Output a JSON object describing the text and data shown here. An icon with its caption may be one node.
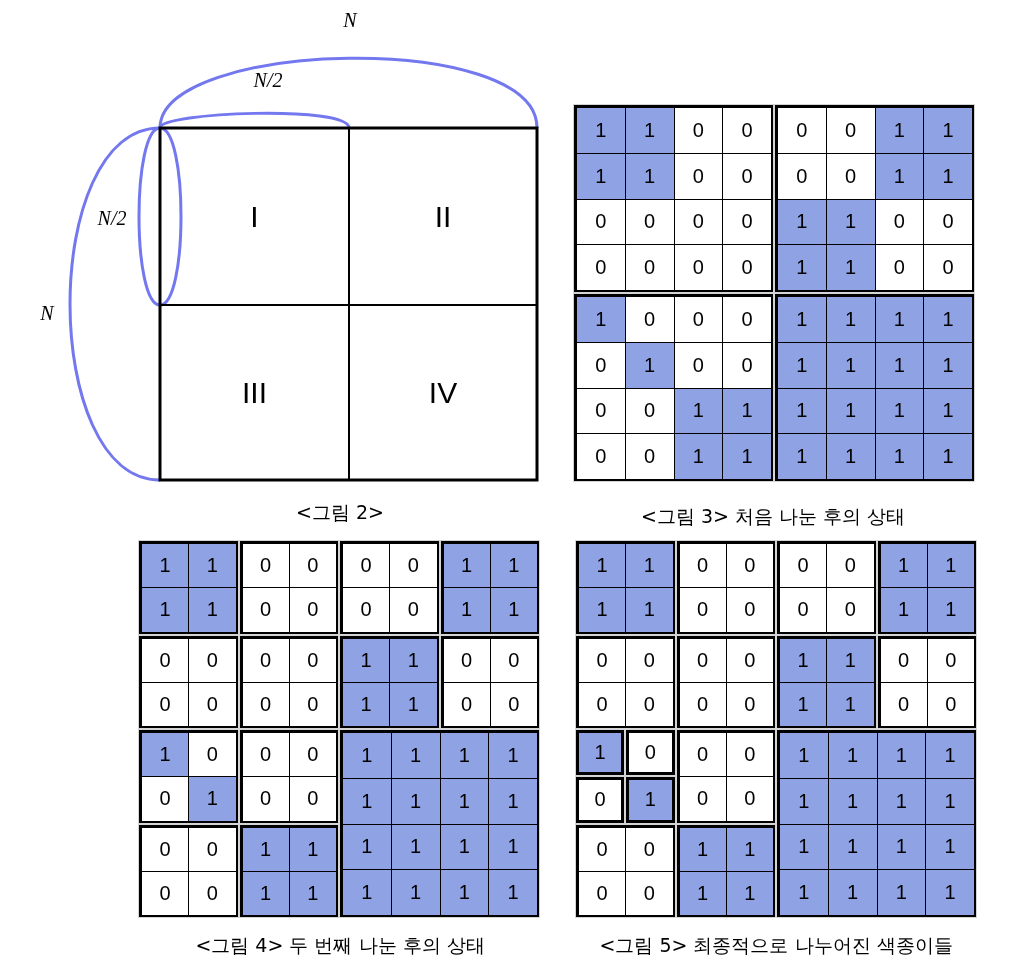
{
  "diagram": {
    "nodes": [
      {
        "text": [
          "I"
        ]
      },
      {
        "text": [
          "II"
        ]
      },
      {
        "text": [
          "III"
        ]
      },
      {
        "text": [
          "IV"
        ]
      }
    ],
    "labels": [
      "N",
      "N/2",
      "N/2",
      "N",
      "<그림 2>",
      "1",
      "1",
      "0",
      "0",
      "0",
      "0",
      "1",
      "1",
      "1",
      "1",
      "0",
      "0",
      "0",
      "0",
      "1",
      "1",
      "0",
      "0",
      "0",
      "0",
      "1",
      "1",
      "0",
      "0",
      "0",
      "0",
      "0",
      "0",
      "1",
      "1",
      "0",
      "0",
      "1",
      "0",
      "0",
      "0",
      "1",
      "1",
      "1",
      "1",
      "0",
      "1",
      "0",
      "0",
      "1",
      "1",
      "1",
      "1",
      "0",
      "0",
      "1",
      "1",
      "1",
      "1",
      "1",
      "1",
      "0",
      "0",
      "1",
      "1",
      "1",
      "1",
      "1",
      "1",
      "<그림 3> 처음 나눈 후의 상태",
      "1",
      "1",
      "0",
      "0",
      "0",
      "0",
      "1",
      "1",
      "1",
      "1",
      "0",
      "0",
      "0",
      "0",
      "1",
      "1",
      "0",
      "0",
      "0",
      "0",
      "1",
      "1",
      "0",
      "0",
      "0",
      "0",
      "0",
      "0",
      "1",
      "1",
      "0",
      "0",
      "1",
      "0",
      "0",
      "0",
      "1",
      "1",
      "1",
      "1",
      "0",
      "1",
      "0",
      "0",
      "1",
      "1",
      "1",
      "1",
      "0",
      "0",
      "1",
      "1",
      "1",
      "1",
      "1",
      "1",
      "0",
      "0",
      "1",
      "1",
      "1",
      "1",
      "1",
      "1",
      "<그림 4> 두 번째 나눈 후의 상태",
      "1",
      "1",
      "0",
      "0",
      "0",
      "0",
      "1",
      "1",
      "1",
      "1",
      "0",
      "0",
      "0",
      "0",
      "1",
      "1",
      "0",
      "0",
      "0",
      "0",
      "1",
      "1",
      "0",
      "0",
      "0",
      "0",
      "0",
      "0",
      "1",
      "1",
      "0",
      "0",
      "1",
      "0",
      "0",
      "0",
      "1",
      "1",
      "1",
      "1",
      "0",
      "1",
      "0",
      "0",
      "1",
      "1",
      "1",
      "1",
      "0",
      "0",
      "1",
      "1",
      "1",
      "1",
      "1",
      "1",
      "0",
      "0",
      "1",
      "1",
      "1",
      "1",
      "1",
      "1",
      "<그림 5> 최종적으로 나누어진 색종이들"
    ]
  }
}
